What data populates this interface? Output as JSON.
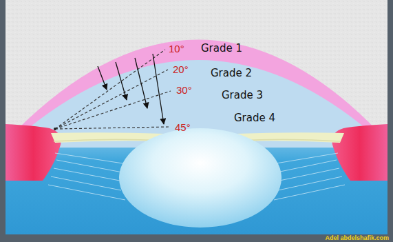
{
  "diagram": {
    "labels": [
      "Grade 1",
      "Grade 2",
      "Grade 3",
      "Grade 4",
      "10°",
      "20°",
      "30°",
      "45°",
      "Adel abdelshafik.com"
    ]
  }
}
